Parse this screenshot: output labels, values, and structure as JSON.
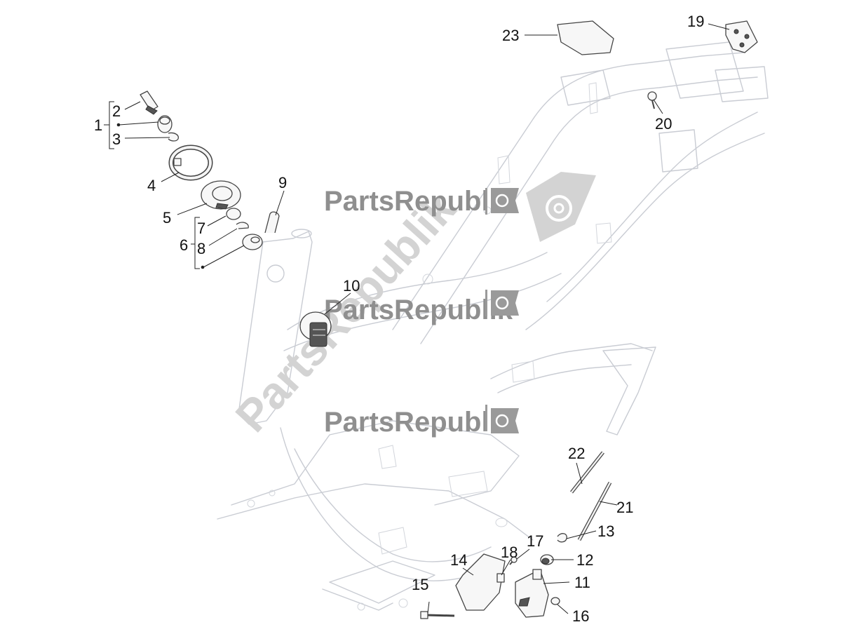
{
  "watermark": {
    "brand": "PartsRepublik"
  },
  "callouts": {
    "c1": "1",
    "c2": "2",
    "c3": "3",
    "c4": "4",
    "c5": "5",
    "c6": "6",
    "c7": "7",
    "c8": "8",
    "c9": "9",
    "c10": "10",
    "c11": "11",
    "c12": "12",
    "c13": "13",
    "c14": "14",
    "c15": "15",
    "c16": "16",
    "c17": "17",
    "c18": "18",
    "c19": "19",
    "c20": "20",
    "c21": "21",
    "c22": "22",
    "c23": "23"
  }
}
